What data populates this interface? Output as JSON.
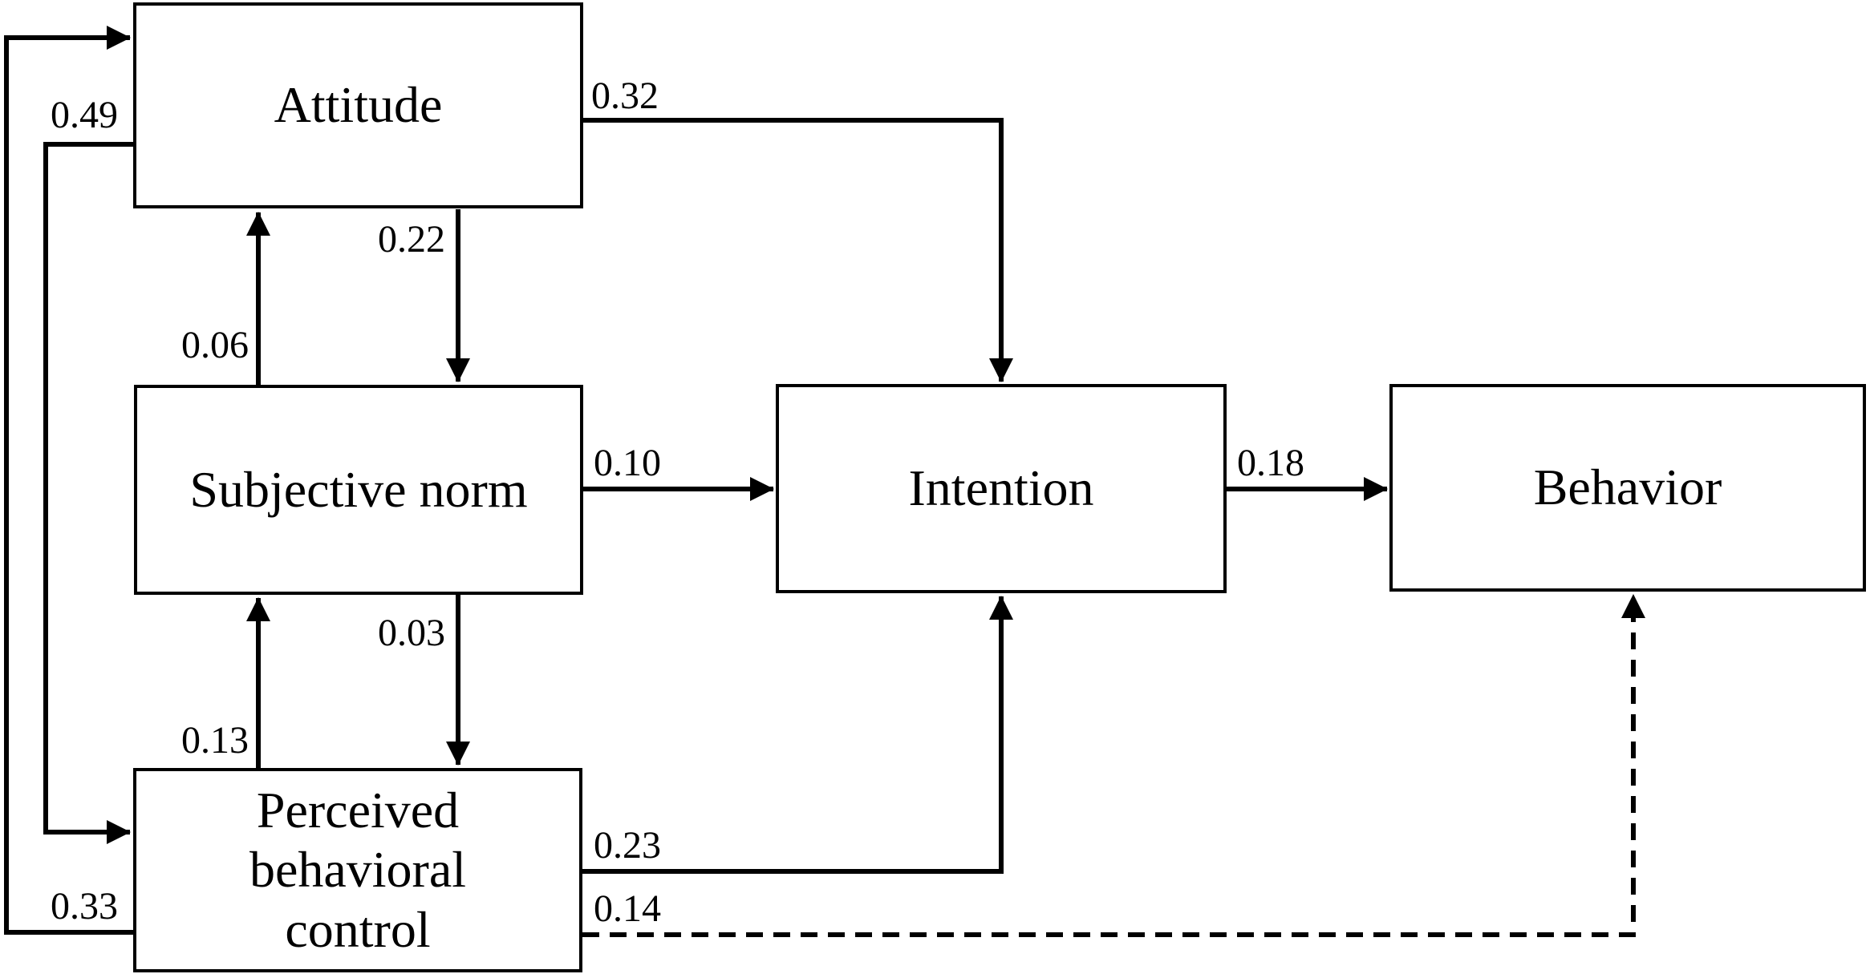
{
  "diagram_type": "path-model",
  "colors": {
    "background": "#ffffff",
    "line": "#000000",
    "text": "#000000"
  },
  "nodes": {
    "attitude": {
      "label": "Attitude"
    },
    "subjective_norm": {
      "label": "Subjective norm"
    },
    "pbc": {
      "label": "Perceived behavioral control"
    },
    "intention": {
      "label": "Intention"
    },
    "behavior": {
      "label": "Behavior"
    }
  },
  "edges": [
    {
      "from": "Attitude",
      "to": "Intention",
      "coefficient": "0.32",
      "style": "solid"
    },
    {
      "from": "Subjective norm",
      "to": "Intention",
      "coefficient": "0.10",
      "style": "solid"
    },
    {
      "from": "Intention",
      "to": "Behavior",
      "coefficient": "0.18",
      "style": "solid"
    },
    {
      "from": "Perceived behavioral control",
      "to": "Intention",
      "coefficient": "0.23",
      "style": "solid"
    },
    {
      "from": "Perceived behavioral control",
      "to": "Behavior",
      "coefficient": "0.14",
      "style": "dashed"
    },
    {
      "from": "Attitude",
      "to": "Subjective norm",
      "coefficient": "0.22",
      "style": "solid"
    },
    {
      "from": "Subjective norm",
      "to": "Attitude",
      "coefficient": "0.06",
      "style": "solid"
    },
    {
      "from": "Subjective norm",
      "to": "Perceived behavioral control",
      "coefficient": "0.03",
      "style": "solid"
    },
    {
      "from": "Perceived behavioral control",
      "to": "Subjective norm",
      "coefficient": "0.13",
      "style": "solid"
    },
    {
      "from": "Attitude",
      "to": "Perceived behavioral control",
      "coefficient": "0.49",
      "style": "solid"
    },
    {
      "from": "Perceived behavioral control",
      "to": "Attitude",
      "coefficient": "0.33",
      "style": "solid"
    }
  ]
}
